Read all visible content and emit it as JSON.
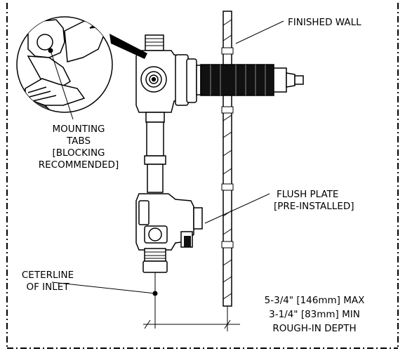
{
  "labels": {
    "finished_wall": "FINISHED WALL",
    "mounting_tabs": [
      "MOUNTING",
      "TABS",
      "[BLOCKING",
      "RECOMMENDED]"
    ],
    "flush_plate": [
      "FLUSH PLATE",
      "[PRE-INSTALLED]"
    ],
    "centerline": [
      "CETERLINE",
      "OF INLET"
    ],
    "rough_in": [
      "5-3/4\" [146mm] MAX",
      "3-1/4\" [83mm] MIN",
      "ROUGH-IN DEPTH"
    ]
  }
}
